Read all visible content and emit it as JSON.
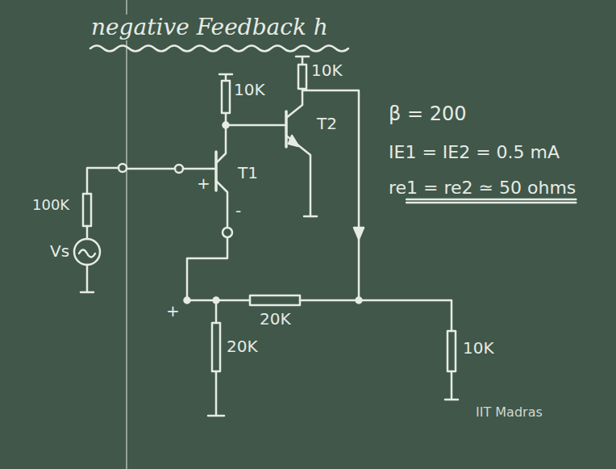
{
  "diagram": {
    "title": "negative Feedback h",
    "labels": [
      "10K",
      "10K",
      "T1",
      "T2",
      "β = 200",
      "IE1 = IE2 = 0.5 mA",
      "re1 = re2 ≃ 50 ohms",
      "100K",
      "Vs",
      "+",
      "-",
      "+",
      "20K",
      "20K",
      "10K",
      "IIT Madras"
    ]
  }
}
